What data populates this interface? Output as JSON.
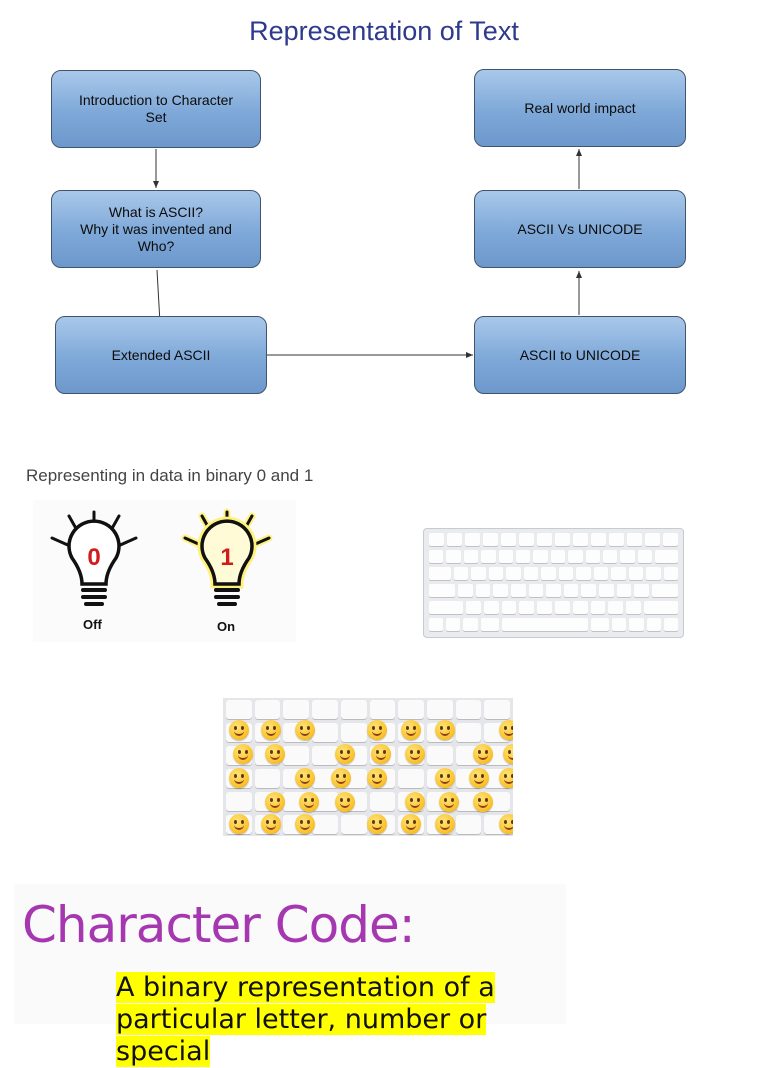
{
  "page": {
    "title": "Representation of Text",
    "subheading": "Representing in data in binary 0 and 1"
  },
  "flowchart": {
    "nodes": [
      {
        "id": "intro",
        "label": "Introduction to Character\nSet"
      },
      {
        "id": "ascii",
        "label": "What is ASCII?\nWhy it was invented and\nWho?"
      },
      {
        "id": "extended",
        "label": "Extended ASCII"
      },
      {
        "id": "to_unicode",
        "label": "ASCII to UNICODE"
      },
      {
        "id": "vs_unicode",
        "label": "ASCII Vs UNICODE"
      },
      {
        "id": "impact",
        "label": "Real world impact"
      }
    ],
    "edges": [
      [
        "intro",
        "ascii"
      ],
      [
        "ascii",
        "extended"
      ],
      [
        "extended",
        "to_unicode"
      ],
      [
        "to_unicode",
        "vs_unicode"
      ],
      [
        "vs_unicode",
        "impact"
      ]
    ],
    "box_fill": "#7ea8d8",
    "box_border": "#41546e"
  },
  "bulbs": {
    "off": {
      "digit": "0",
      "label": "Off"
    },
    "on": {
      "digit": "1",
      "label": "On"
    },
    "digit_color": "#d11a1a",
    "glow_color": "#fff27a"
  },
  "images": {
    "keyboard": "keyboard-image",
    "emoji_keyboard": "emoji-keyboard-image"
  },
  "character_code": {
    "title": "Character Code:",
    "definition": "A binary representation of a particular letter, number or special",
    "title_color": "#a538b0",
    "highlight_color": "#ffff00"
  }
}
